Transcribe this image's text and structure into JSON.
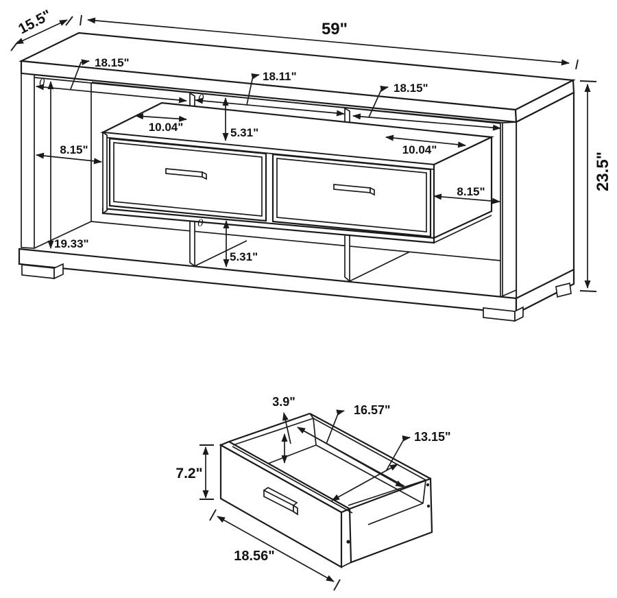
{
  "console": {
    "labels": {
      "top_width": "59\"",
      "top_depth": "15.5\"",
      "overall_height": "23.5\"",
      "opening_left_width": "18.15\"",
      "opening_middle_width": "18.11\"",
      "opening_right_width": "18.15\"",
      "shelf_left_depth": "10.04\"",
      "shelf_right_depth": "10.04\"",
      "opening_upper_height": "5.31\"",
      "opening_lower_height": "5.31\"",
      "gap_left_width": "8.15\"",
      "gap_right_width": "8.15\"",
      "side_opening_height": "19.33\"",
      "zero": "0"
    }
  },
  "drawer": {
    "labels": {
      "back_rail_height": "3.9\"",
      "interior_width": "16.57\"",
      "interior_depth": "13.15\"",
      "front_height": "7.2\"",
      "front_width": "18.56\""
    }
  }
}
